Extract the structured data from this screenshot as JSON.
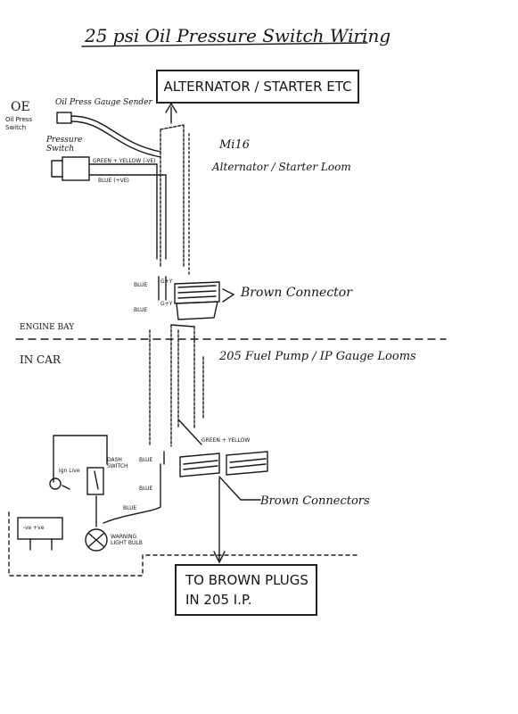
{
  "title": "25 psi Oil Pressure Switch Wiring",
  "boxes": {
    "alternator": "ALTERNATOR / STARTER ETC",
    "brown_plugs_line1": "TO BROWN PLUGS",
    "brown_plugs_line2": "IN 205 I.P."
  },
  "labels": {
    "oe": "OE",
    "oil_press_switch": "Oil Press Switch",
    "oil_press_gauge_sender": "Oil Press Gauge Sender",
    "pressure_switch": "Pressure Switch",
    "green_yellow": "GREEN + YELLOW (-VE)",
    "blue_tve": "BLUE (+VE)",
    "mi16": "Mi16",
    "alt_loom": "Alternator / Starter Loom",
    "brown_connector": "Brown Connector",
    "engine_bay": "ENGINE BAY",
    "in_car": "IN CAR",
    "loom_205": "205 Fuel Pump / IP Gauge Looms",
    "blue_1": "BLUE",
    "blue_2": "BLUE",
    "gy_1": "G+Y",
    "gy_2": "G+Y",
    "green_yellow_2": "GREEN + YELLOW",
    "ign_live": "Ign Live",
    "dash_switch": "DASH SWITCH",
    "blue_3": "BLUE",
    "blue_4": "BLUE",
    "blue_5": "BLUE",
    "battery": "-ve  +ve",
    "warning_bulb": "WARNING LIGHT BULB",
    "brown_connectors": "Brown Connectors"
  }
}
